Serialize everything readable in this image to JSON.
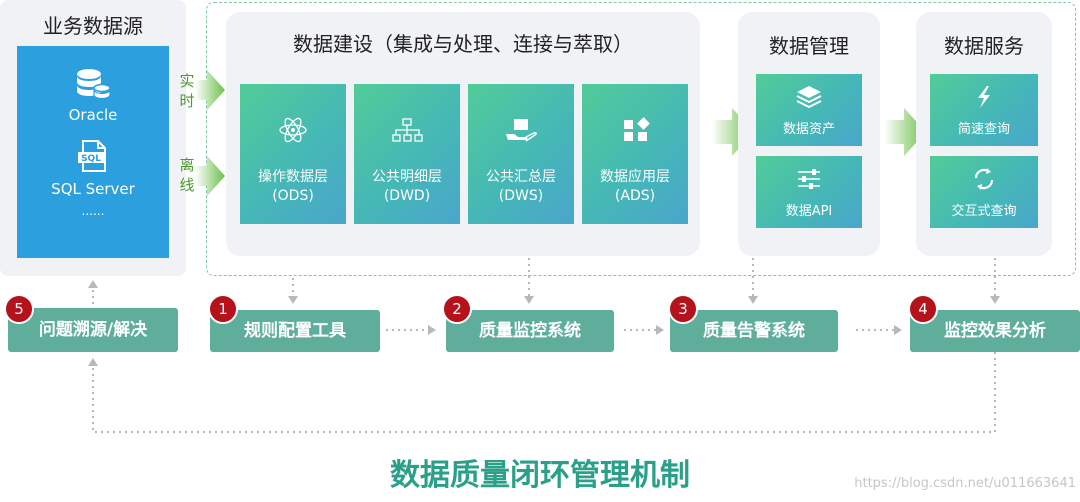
{
  "source": {
    "title": "业务数据源",
    "items": [
      "Oracle",
      "SQL Server",
      "......"
    ],
    "realtime": [
      "实",
      "时"
    ],
    "offline": [
      "离",
      "线"
    ]
  },
  "build": {
    "title": "数据建设（集成与处理、连接与萃取）",
    "layers": [
      {
        "name": "操作数据层",
        "code": "(ODS)",
        "icon": "atom-icon"
      },
      {
        "name": "公共明细层",
        "code": "(DWD)",
        "icon": "hierarchy-icon"
      },
      {
        "name": "公共汇总层",
        "code": "(DWS)",
        "icon": "box-hand-icon"
      },
      {
        "name": "数据应用层",
        "code": "(ADS)",
        "icon": "apps-icon"
      }
    ]
  },
  "manage": {
    "title": "数据管理",
    "items": [
      {
        "label": "数据资产",
        "icon": "layers-icon"
      },
      {
        "label": "数据API",
        "icon": "sliders-icon"
      }
    ]
  },
  "service": {
    "title": "数据服务",
    "items": [
      {
        "label": "简速查询",
        "icon": "lightning-icon"
      },
      {
        "label": "交互式查询",
        "icon": "refresh-icon"
      }
    ]
  },
  "tools": [
    {
      "num": "5",
      "label": "问题溯源/解决"
    },
    {
      "num": "1",
      "label": "规则配置工具"
    },
    {
      "num": "2",
      "label": "质量监控系统"
    },
    {
      "num": "3",
      "label": "质量告警系统"
    },
    {
      "num": "4",
      "label": "监控效果分析"
    }
  ],
  "footer": {
    "title": "数据质量闭环管理机制",
    "watermark": "https://blog.csdn.net/u011663641"
  },
  "colors": {
    "green_title": "#2aa089",
    "tool_bg": "#5fae9c",
    "badge": "#b5121b",
    "source_blue": "#2c9fde",
    "arrow_green": "#6cc04a"
  }
}
